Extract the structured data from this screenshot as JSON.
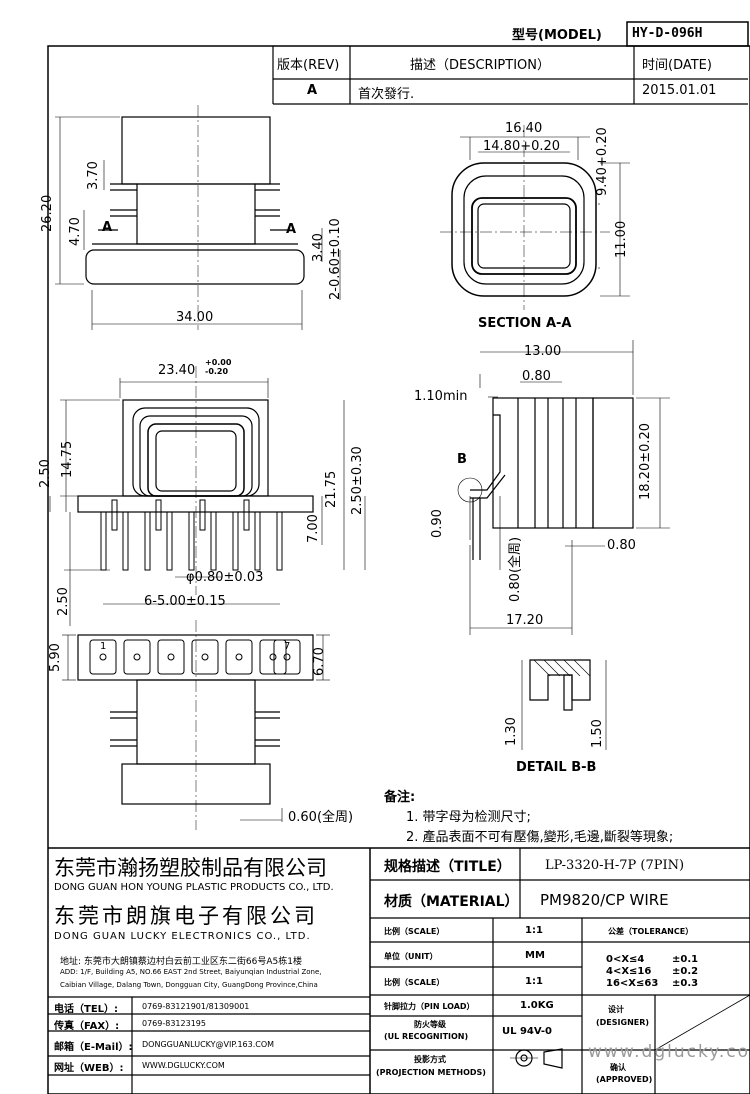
{
  "header": {
    "model_label": "型号(MODEL)",
    "model_value": "HY-D-096H",
    "rev_label": "版本(REV)",
    "desc_label": "描述（DESCRIPTION）",
    "date_label": "时间(DATE)",
    "rev_value": "A",
    "desc_value": "首次發行.",
    "date_value": "2015.01.01"
  },
  "dims": {
    "d_26_20": "26.20",
    "d_3_70": "3.70",
    "d_4_70": "4.70",
    "d_3_40": "3.40",
    "d_2_060": "2-0.60±0.10",
    "d_34_00": "34.00",
    "a_left": "A",
    "a_right": "A",
    "d_16_40": "16.40",
    "d_14_80": "14.80+0.20",
    "d_9_40": "9.40+0.20",
    "d_11_00": "11.00",
    "section_aa": "SECTION A-A",
    "d_23_40": "23.40",
    "d_23_40_tol_top": "+0.00",
    "d_23_40_tol_bot": "-0.20",
    "d_2_50a": "2.50",
    "d_14_75": "14.75",
    "d_21_75": "21.75",
    "d_2_50b": "2.50±0.30",
    "d_7_00": "7.00",
    "d_phi": "φ0.80±0.03",
    "d_6_500": "6-5.00±0.15",
    "d_2_50c": "2.50",
    "d_5_90": "5.90",
    "d_6_70": "6.70",
    "pin_1": "1",
    "pin_7": "7",
    "d_13_00": "13.00",
    "d_0_80a": "0.80",
    "d_1_10": "1.10min",
    "d_18_20": "18.20±0.20",
    "b_label": "B",
    "d_0_90": "0.90",
    "d_0_80all": "0.80(全周)",
    "d_0_80b": "0.80",
    "d_17_20": "17.20",
    "d_1_30": "1.30",
    "d_1_50": "1.50",
    "detail_bb": "DETAIL B-B",
    "d_0_60all": "0.60(全周)"
  },
  "notes": {
    "title": "备注:",
    "line1": "1. 带字母为检测尺寸;",
    "line2": "2. 產品表面不可有壓傷,變形,毛邊,斷裂等現象;"
  },
  "company": {
    "name1_cn": "东莞市瀚扬塑胶制品有限公司",
    "name1_en": "DONG GUAN HON YOUNG PLASTIC PRODUCTS CO., LTD.",
    "name2_cn": "东莞市朗旗电子有限公司",
    "name2_en": "DONG GUAN LUCKY ELECTRONICS CO., LTD.",
    "addr_cn": "地址: 东莞市大朗镇蔡边村白云前工业区东二街66号A5栋1楼",
    "addr_en1": "ADD: 1/F, Building A5, NO.66 EAST 2nd Street, Baiyunqian Industrial Zone,",
    "addr_en2": "Caibian Village, Dalang Town, Dongguan City, GuangDong Province,China"
  },
  "contacts": {
    "tel_label": "电话（TEL）:",
    "tel_value": "0769-83121901/81309001",
    "fax_label": "传真（FAX）:",
    "fax_value": "0769-83123195",
    "mail_label": "邮箱（E-Mail）:",
    "mail_value": "DONGGUANLUCKY@VIP.163.COM",
    "web_label": "网址（WEB）:",
    "web_value": "WWW.DGLUCKY.COM"
  },
  "spec": {
    "title_label": "规格描述（TITLE）",
    "title_value": "LP-3320-H-7P (7PIN)",
    "material_label": "材质（MATERIAL）",
    "material_value": "PM9820/CP WIRE",
    "scale_label": "比例（SCALE）",
    "scale_value": "1:1",
    "tolerance_label": "公差（TOLERANCE）",
    "unit_label": "单位（UNIT）",
    "unit_value": "MM",
    "scale2_label": "比例（SCALE）",
    "scale2_value": "1:1",
    "tol1": "0<X≤4",
    "tol1v": "±0.1",
    "tol2": "4<X≤16",
    "tol2v": "±0.2",
    "tol3": "16<X≤63",
    "tol3v": "±0.3",
    "pinload_label": "针脚拉力（PIN LOAD）",
    "pinload_value": "1.0KG",
    "designer_cn": "设计",
    "designer_en": "(DESIGNER)",
    "ul_cn": "防火等级",
    "ul_en": "(UL RECOGNITION)",
    "ul_value": "UL 94V-0",
    "approved_cn": "确认",
    "approved_en": "(APPROVED)",
    "proj_cn": "投影方式",
    "proj_en": "(PROJECTION METHODS)"
  },
  "watermark": "www.dglucky.com"
}
